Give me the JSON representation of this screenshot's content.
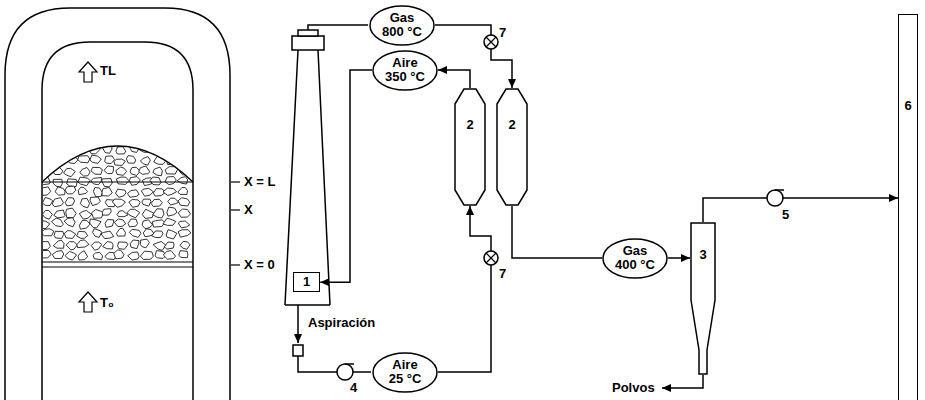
{
  "diagram": {
    "nodes": [
      {
        "text": [
          "Gas 800 °C"
        ]
      },
      {
        "text": [
          "Aire 350 °C"
        ]
      },
      {
        "text": [
          "1"
        ]
      },
      {
        "text": [
          "2"
        ]
      },
      {
        "text": [
          "2"
        ]
      },
      {
        "text": [
          "Gas 400 °C"
        ]
      },
      {
        "text": [
          "Aire 25 °C"
        ]
      },
      {
        "text": [
          "3"
        ]
      },
      {
        "text": [
          "6"
        ]
      }
    ],
    "edges": [
      {
        "from": 0,
        "to": 4,
        "arrow": "to"
      },
      {
        "from": 3,
        "to": 1,
        "arrow": "to"
      },
      {
        "from": 1,
        "to": 2,
        "arrow": "to"
      },
      {
        "from": 6,
        "to": 3,
        "arrow": "to"
      },
      {
        "from": 4,
        "to": 5,
        "arrow": "none"
      },
      {
        "from": 5,
        "to": 7,
        "arrow": "to"
      },
      {
        "from": 7,
        "to": 8,
        "arrow": "to"
      }
    ],
    "labels": [
      "TL",
      "T₀",
      "X = L",
      "X",
      "X = 0",
      "Aspiración",
      "7",
      "7",
      "4",
      "5",
      "Polvos"
    ]
  }
}
